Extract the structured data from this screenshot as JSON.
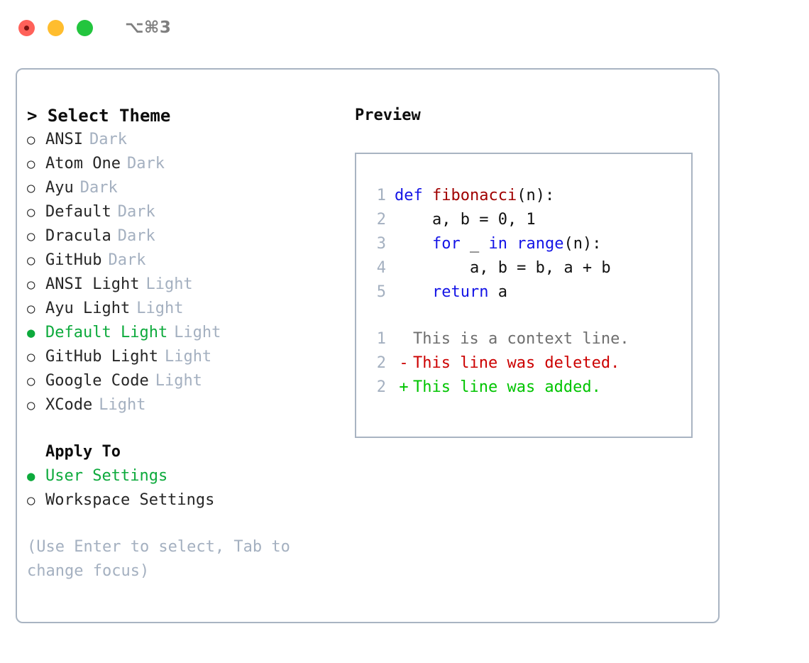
{
  "window": {
    "title": "⌥⌘3",
    "controls": [
      {
        "name": "close-button",
        "color": "#ff6159"
      },
      {
        "name": "minimize-button",
        "color": "#ffbd2e"
      },
      {
        "name": "maximize-button",
        "color": "#23c53e"
      }
    ]
  },
  "theme_list": {
    "heading": "> Select Theme",
    "selected_bullet": "●",
    "unselected_bullet": "○",
    "items": [
      {
        "label": "ANSI",
        "kind": "Dark",
        "selected": false
      },
      {
        "label": "Atom One",
        "kind": "Dark",
        "selected": false
      },
      {
        "label": "Ayu",
        "kind": "Dark",
        "selected": false
      },
      {
        "label": "Default",
        "kind": "Dark",
        "selected": false
      },
      {
        "label": "Dracula",
        "kind": "Dark",
        "selected": false
      },
      {
        "label": "GitHub",
        "kind": "Dark",
        "selected": false
      },
      {
        "label": "ANSI Light",
        "kind": "Light",
        "selected": false
      },
      {
        "label": "Ayu Light",
        "kind": "Light",
        "selected": false
      },
      {
        "label": "Default Light",
        "kind": "Light",
        "selected": true
      },
      {
        "label": "GitHub Light",
        "kind": "Light",
        "selected": false
      },
      {
        "label": "Google Code",
        "kind": "Light",
        "selected": false
      },
      {
        "label": "XCode",
        "kind": "Light",
        "selected": false
      }
    ]
  },
  "apply_to": {
    "heading": "Apply To",
    "items": [
      {
        "label": "User Settings",
        "selected": true
      },
      {
        "label": "Workspace Settings",
        "selected": false
      }
    ]
  },
  "hint": "(Use Enter to select, Tab to change focus)",
  "preview": {
    "heading": "Preview",
    "code_lines": [
      {
        "no": "1",
        "tokens": [
          {
            "t": "def ",
            "c": "kw"
          },
          {
            "t": "fibonacci",
            "c": "fn"
          },
          {
            "t": "(n):",
            "c": "plain"
          }
        ]
      },
      {
        "no": "2",
        "tokens": [
          {
            "t": "    a, b = 0, 1",
            "c": "plain"
          }
        ]
      },
      {
        "no": "3",
        "tokens": [
          {
            "t": "    ",
            "c": "plain"
          },
          {
            "t": "for",
            "c": "kw"
          },
          {
            "t": " _ ",
            "c": "plain"
          },
          {
            "t": "in",
            "c": "kw"
          },
          {
            "t": " ",
            "c": "plain"
          },
          {
            "t": "range",
            "c": "kw"
          },
          {
            "t": "(n):",
            "c": "plain"
          }
        ]
      },
      {
        "no": "4",
        "tokens": [
          {
            "t": "        a, b = b, a + b",
            "c": "plain"
          }
        ]
      },
      {
        "no": "5",
        "tokens": [
          {
            "t": "    ",
            "c": "plain"
          },
          {
            "t": "return",
            "c": "kw"
          },
          {
            "t": " a",
            "c": "plain"
          }
        ]
      }
    ],
    "diff_lines": [
      {
        "no": "1",
        "sign": " ",
        "text": "This is a context line.",
        "kind": "ctx"
      },
      {
        "no": "2",
        "sign": "-",
        "text": "This line was deleted.",
        "kind": "del"
      },
      {
        "no": "2",
        "sign": "+",
        "text": "This line was added.",
        "kind": "add"
      }
    ]
  },
  "colors": {
    "accent_green": "#0daa3c",
    "muted": "#a4b0c0",
    "border": "#a9b4c2",
    "keyword": "#1414e6",
    "function": "#a00000",
    "diff_delete": "#cc0000",
    "diff_add": "#00c400"
  }
}
